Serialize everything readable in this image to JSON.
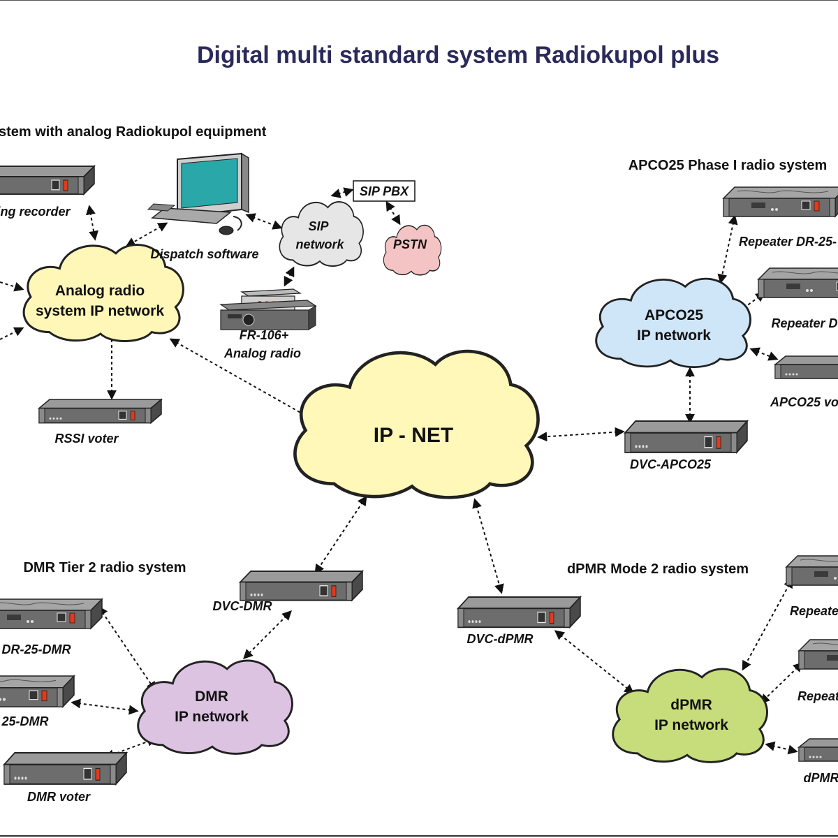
{
  "title": "Digital multi standard system Radiokupol plus",
  "sections": {
    "analog": "stem with analog Radiokupol equipment",
    "apco": "APCO25 Phase I radio system",
    "dmr": "DMR Tier 2 radio system",
    "dpmr": "dPMR Mode 2 radio system"
  },
  "clouds": {
    "analog_1": "Analog radio",
    "analog_2": "system IP network",
    "sip_1": "SIP",
    "sip_2": "network",
    "pstn": "PSTN",
    "ipnet": "IP - NET",
    "apco_1": "APCO25",
    "apco_2": "IP network",
    "dmr_1": "DMR",
    "dmr_2": "IP network",
    "dpmr_1": "dPMR",
    "dpmr_2": "IP network"
  },
  "labels": {
    "recorder": "ing recorder",
    "dispatch": "Dispatch software",
    "sip_pbx": "SIP PBX",
    "fr106_1": "FR-106+",
    "fr106_2": "Analog radio",
    "rssi": "RSSI voter",
    "rep_dr25_apco": "Repeater DR-25-",
    "rep_d_apco": "Repeater D",
    "apco_voter": "APCO25 vo",
    "dvc_apco": "DVC-APCO25",
    "dvc_dmr": "DVC-DMR",
    "dr25_dmr": "DR-25-DMR",
    "dr25_dmr2": "25-DMR",
    "dmr_voter": "DMR voter",
    "dvc_dpmr": "DVC-dPMR",
    "rep_dpmr1": "Repeate",
    "rep_dpmr2": "Repeat",
    "dpmr_voter": "dPMR"
  },
  "colors": {
    "title": "#2a2a5a",
    "analog_cloud": "#fff7b8",
    "ipnet_cloud": "#fff8b8",
    "apco_cloud": "#cfe6f8",
    "dmr_cloud": "#dcc3e2",
    "dpmr_cloud": "#c7dc7a",
    "sip_cloud": "#e6e6e6",
    "pstn_cloud": "#f4c4c4"
  }
}
